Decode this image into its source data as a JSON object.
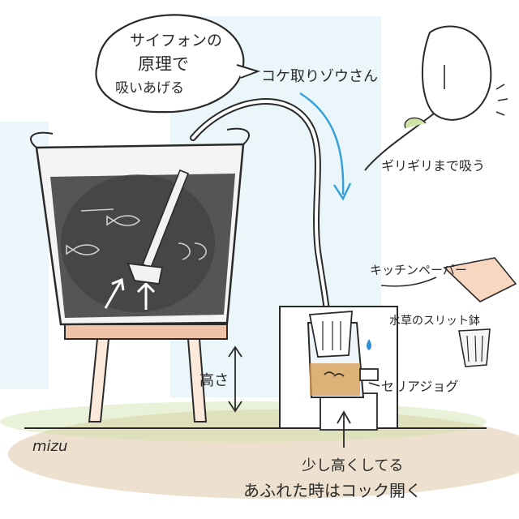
{
  "colors": {
    "sky": "#cfe6f3",
    "ground": "#d9c4a6",
    "tank_water": "#4a4a4a",
    "stand": "#f4e2d2",
    "stand_top": "#e8a48a",
    "ink": "#2a2a2a",
    "arrow_blue": "#3aa0d8",
    "paper": "#f6c6a8",
    "soil": "#d89a4e",
    "drip": "#2e8fd6"
  },
  "bubble": {
    "line1": "サイフォンの",
    "line2": "原理で",
    "line3": "吸いあげる"
  },
  "labels": {
    "hose": "コケ取りゾウさん",
    "kitchen_paper": "キッチンペーパー",
    "pot": "水草のスリット鉢",
    "ceria": "セリアジョグ",
    "height": "高さ",
    "raise": "少し高くしてる",
    "overflow": "あふれた時はコック開く",
    "squeeze": "ギリギリまで吸う",
    "signature": "mizu"
  },
  "icons": [
    "tank-icon",
    "hose-icon",
    "bulb-hand-icon",
    "jug-icon",
    "paper-icon",
    "slit-pot-icon"
  ]
}
